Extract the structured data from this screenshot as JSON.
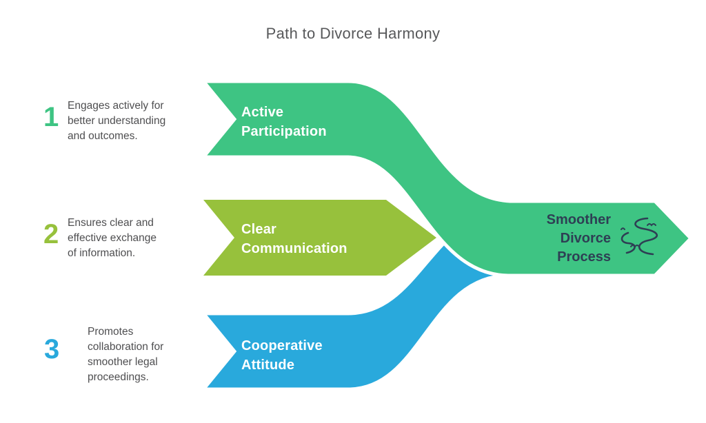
{
  "title": "Path to Divorce Harmony",
  "colors": {
    "green": "#3ec483",
    "olive": "#97c13c",
    "blue": "#29a9dc",
    "navy": "#2e3f54",
    "title_gray": "#57585a",
    "text_gray": "#4e4e50"
  },
  "steps": [
    {
      "number": "1",
      "description": "Engages actively for\nbetter understanding\nand outcomes.",
      "band_label": "Active\nParticipation"
    },
    {
      "number": "2",
      "description": "Ensures clear and\neffective exchange\nof information.",
      "band_label": "Clear\nCommunication"
    },
    {
      "number": "3",
      "description": "Promotes\ncollaboration for\nsmoother legal\nproceedings.",
      "band_label": "Cooperative\nAttitude"
    }
  ],
  "result": {
    "label": "Smoother\nDivorce\nProcess",
    "icon": "winding-road-icon"
  }
}
